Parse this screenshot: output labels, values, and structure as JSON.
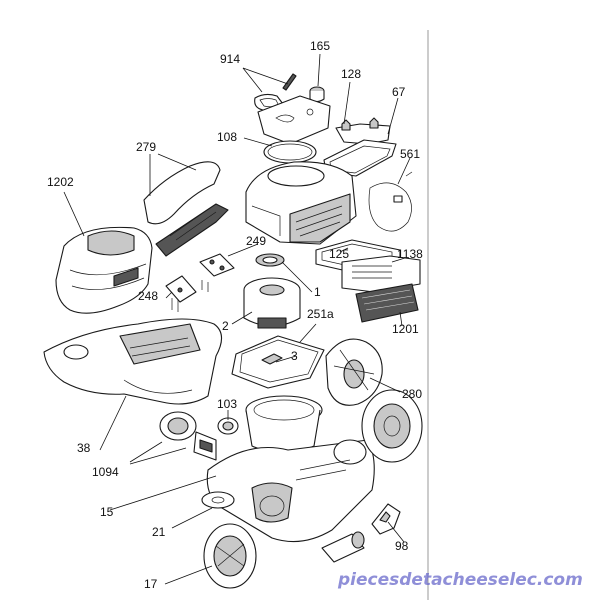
{
  "diagram": {
    "labels": {
      "p914": "914",
      "p165": "165",
      "p128": "128",
      "p67": "67",
      "p108": "108",
      "p561": "561",
      "p279": "279",
      "p1202": "1202",
      "p249": "249",
      "p125": "125",
      "p1138": "1138",
      "p248": "248",
      "p1": "1",
      "p2": "2",
      "p251a": "251a",
      "p1201": "1201",
      "p3": "3",
      "p280": "280",
      "p103": "103",
      "p38": "38",
      "p1094": "1094",
      "p15": "15",
      "p21": "21",
      "p98": "98",
      "p17": "17"
    },
    "watermark": "piecesdetacheeselec.com"
  }
}
